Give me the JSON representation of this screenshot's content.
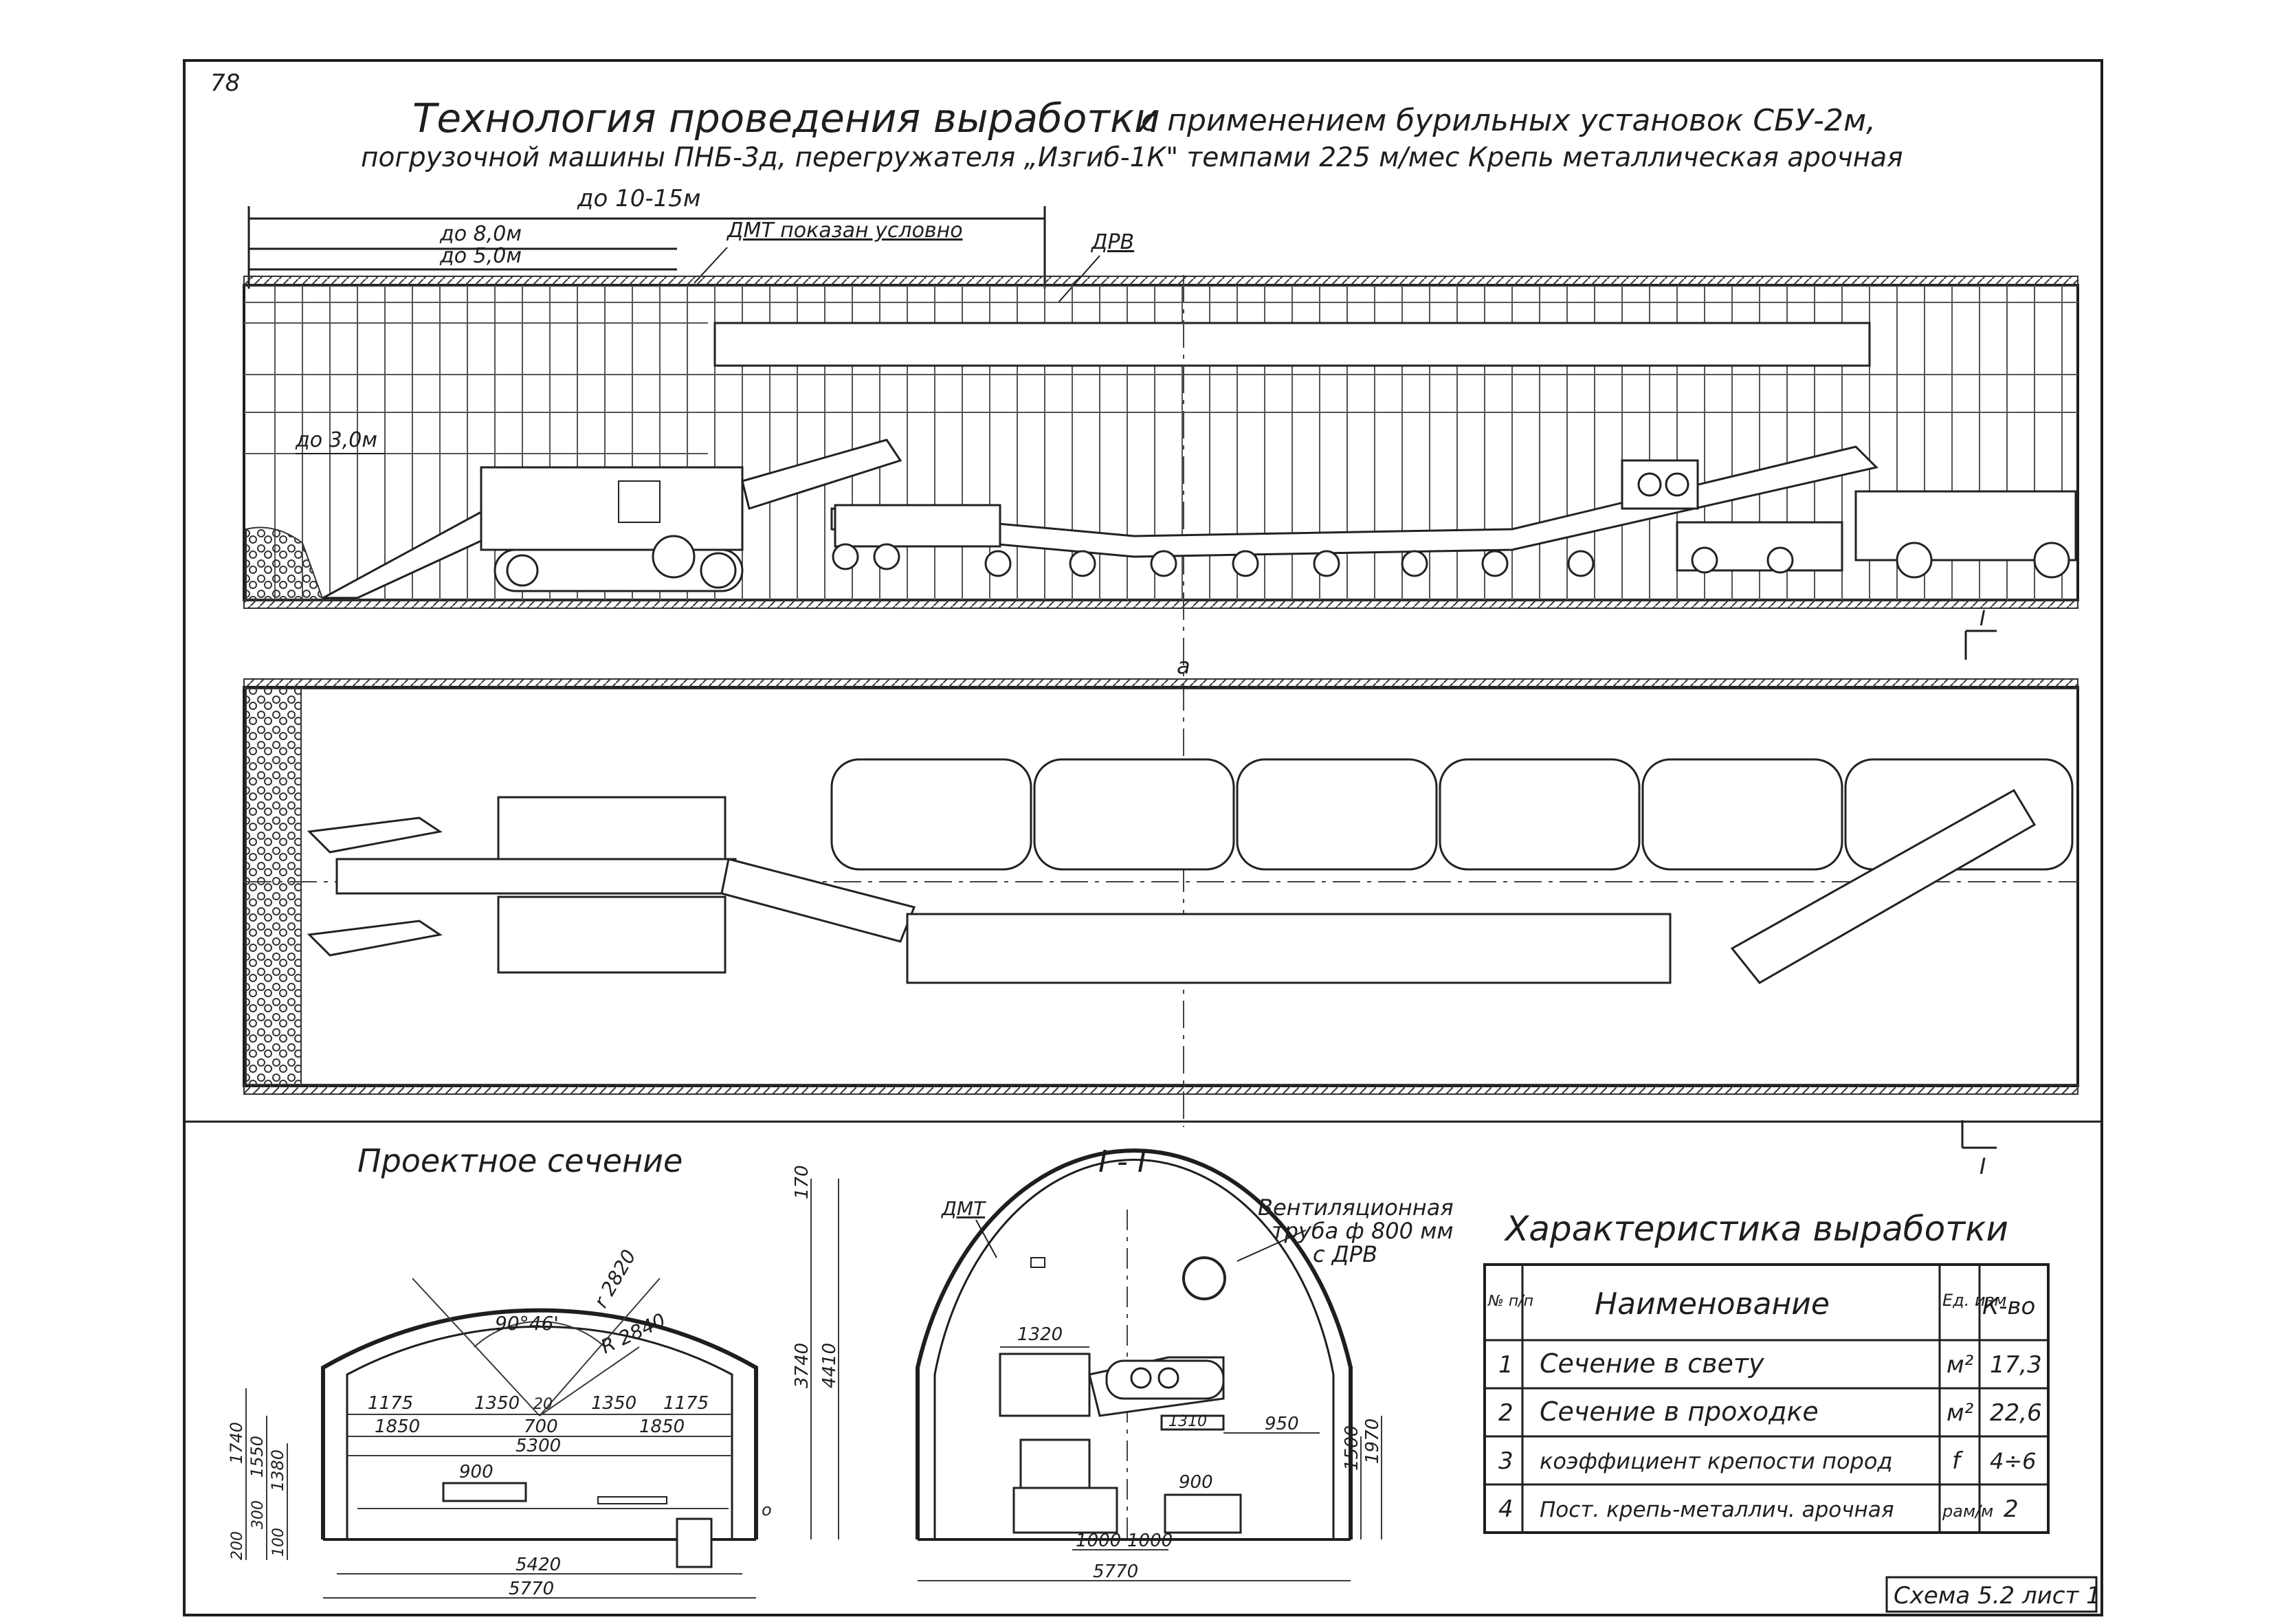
{
  "page_number": "78",
  "title_line1_main": "Технология проведения выработки",
  "title_line1_rest": "с применением бурильных установок СБУ-2м,",
  "title_line2": "погрузочной машины ПНБ-3д, перегружателя „Изгиб-1К\" темпами 225 м/мес Крепь металлическая арочная",
  "elevation": {
    "dim_total": "до 10-15м",
    "dim_8": "до 8,0м",
    "dim_5": "до 5,0м",
    "dim_3": "до 3,0м",
    "dmt_note": "ДМТ показан условно",
    "drv": "ДРВ",
    "section_mark": "I"
  },
  "plan": {
    "axis_label": "а",
    "section_mark": "I"
  },
  "project_section": {
    "title": "Проектное сечение",
    "dims": {
      "top": "170",
      "h_inner": "3740",
      "h_outer": "4410",
      "angle": "90°46'",
      "r_top": "r 2820",
      "r_side": "R 2840",
      "d1175_l": "1175",
      "d1350_l": "1350",
      "d20": "20",
      "d1350_r": "1350",
      "d1175_r": "1175",
      "d1850_l": "1850",
      "d700": "700",
      "d1850_r": "1850",
      "d5300": "5300",
      "d900": "900",
      "d5420": "5420",
      "d5770": "5770",
      "v1740": "1740",
      "v1550": "1550",
      "v1380": "1380",
      "v300": "300",
      "v200": "200",
      "v100": "100",
      "mark_o": "о"
    }
  },
  "section_1_1": {
    "title": "I - I",
    "dmt": "ДМТ",
    "vent_1": "Вентиляционная",
    "vent_2": "труба ф 800 мм",
    "vent_3": "с ДРВ",
    "dims": {
      "d1320": "1320",
      "d1310": "1310",
      "d950": "950",
      "d900": "900",
      "d1000_l": "1000",
      "d1000_r": "1000",
      "d5770": "5770",
      "v1500": "1500",
      "v1970": "1970"
    }
  },
  "characteristics": {
    "title": "Характеристика выработки",
    "headers": {
      "num": "№ п/п",
      "name": "Наименование",
      "unit": "Ед. изм",
      "qty": "К-во"
    },
    "rows": [
      {
        "num": "1",
        "name": "Сечение в свету",
        "unit": "м²",
        "qty": "17,3"
      },
      {
        "num": "2",
        "name": "Сечение в проходке",
        "unit": "м²",
        "qty": "22,6"
      },
      {
        "num": "3",
        "name": "коэффициент крепости пород",
        "unit": "f",
        "qty": "4÷6"
      },
      {
        "num": "4",
        "name": "Пост. крепь-металлич. арочная",
        "unit": "рам/м",
        "qty": "2"
      }
    ]
  },
  "sheet_label": "Схема 5.2 лист 1"
}
